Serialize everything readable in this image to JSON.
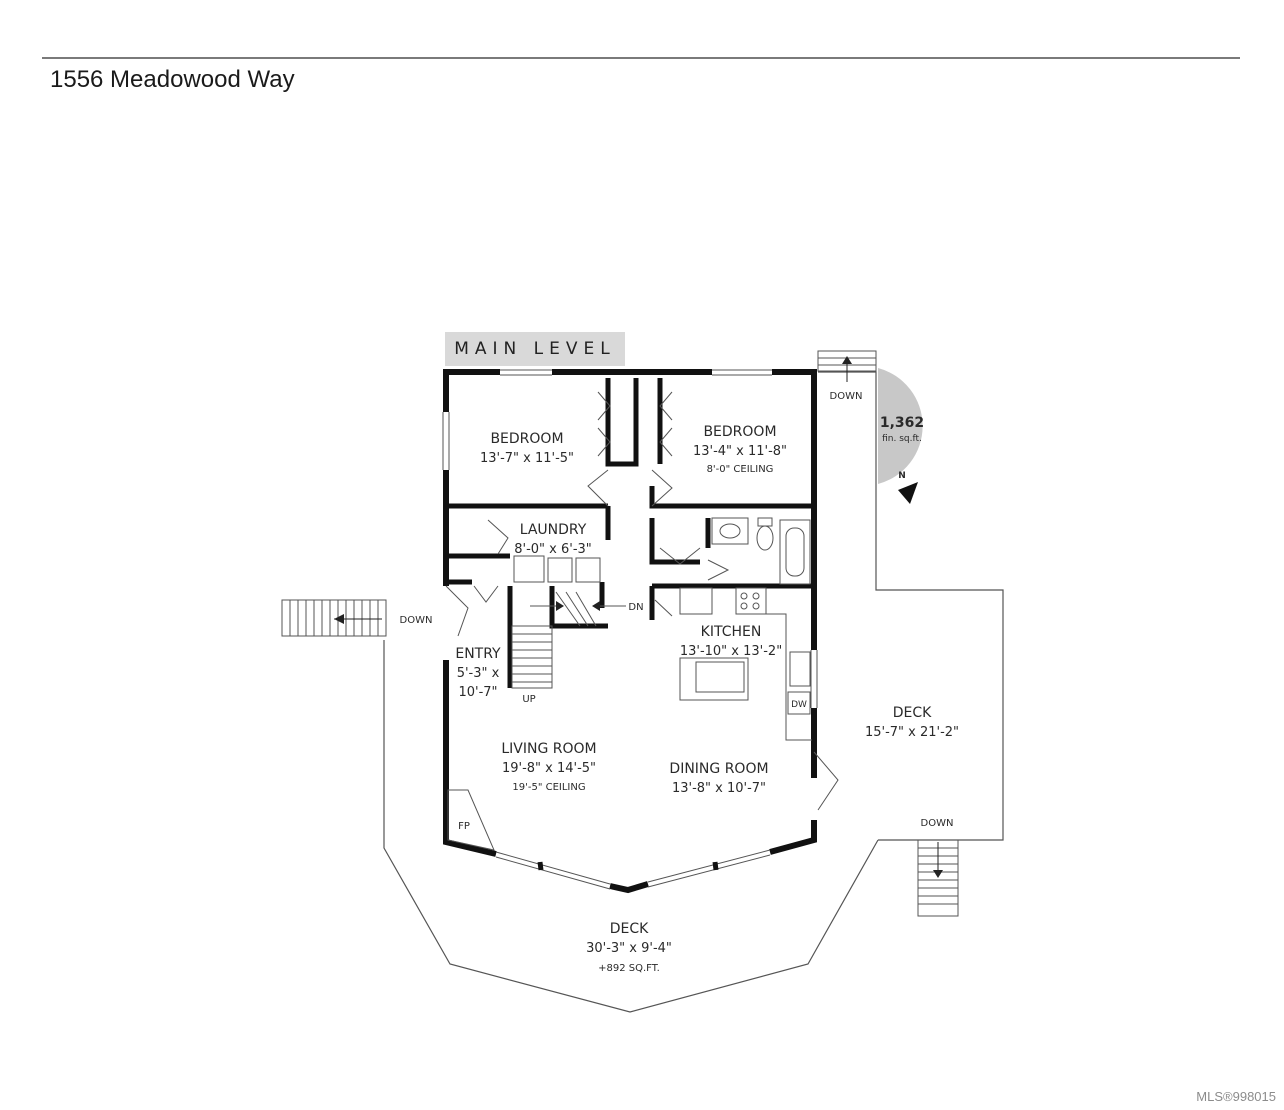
{
  "header": {
    "address": "1556 Meadowood Way"
  },
  "level": {
    "label": "MAIN LEVEL"
  },
  "area": {
    "value": "1,362",
    "unit": "fin. sq.ft."
  },
  "compass": {
    "north": "N"
  },
  "rooms": {
    "bedroom1": {
      "name": "BEDROOM",
      "dims": "13'-7\" x 11'-5\""
    },
    "bedroom2": {
      "name": "BEDROOM",
      "dims": "13'-4\" x 11'-8\"",
      "ceiling": "8'-0\" CEILING"
    },
    "laundry": {
      "name": "LAUNDRY",
      "dims": "8'-0\" x 6'-3\""
    },
    "entry": {
      "name": "ENTRY",
      "dims1": "5'-3\" x",
      "dims2": "10'-7\""
    },
    "kitchen": {
      "name": "KITCHEN",
      "dims": "13'-10\" x 13'-2\""
    },
    "living": {
      "name": "LIVING ROOM",
      "dims": "19'-8\" x 14'-5\"",
      "ceiling": "19'-5\" CEILING"
    },
    "dining": {
      "name": "DINING ROOM",
      "dims": "13'-8\" x 10'-7\""
    },
    "deck_side": {
      "name": "DECK",
      "dims": "15'-7\" x 21'-2\""
    },
    "deck_front": {
      "name": "DECK",
      "dims": "30'-3\" x 9'-4\"",
      "extra": "+892 SQ.FT."
    }
  },
  "annotations": {
    "down_left": "DOWN",
    "down_top": "DOWN",
    "down_right": "DOWN",
    "dn": "DN",
    "up": "UP",
    "fp": "FP",
    "dw": "DW"
  },
  "footer": {
    "mls": "MLS®998015"
  }
}
